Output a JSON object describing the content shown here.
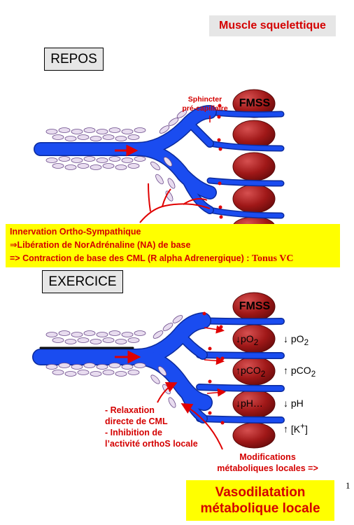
{
  "title": "Muscle squelettique",
  "sections": {
    "repos": "REPOS",
    "exercice": "EXERCICE"
  },
  "repos": {
    "sphincter_line1": "Sphincter",
    "sphincter_line2": "pré-capillaire",
    "fmss": "FMSS",
    "innervation": {
      "line1": "Innervation Ortho-Sympathique",
      "line2": "⇒Libération de NorAdrénaline (NA) de base",
      "line3": "=> Contraction de base des CML (R alpha Adrenergique)  : ",
      "tonus": "Tonus VC"
    }
  },
  "exercice": {
    "fmss": "FMSS",
    "cells": [
      "pO2",
      "pCO2",
      "pH…"
    ],
    "params": [
      "pO2",
      "pCO2",
      "pH",
      "[K+]"
    ],
    "relax": {
      "line1": "- Relaxation",
      "line2": "directe de CML",
      "line3": "- Inhibition de",
      "line4": "l’activité orthoS locale"
    },
    "modif": {
      "line1": "Modifications",
      "line2": "métaboliques locales =>"
    },
    "vaso": {
      "line1": "Vasodilatation",
      "line2": "métabolique locale"
    }
  },
  "page_number": "1",
  "colors": {
    "vessel": "#1a4cf0",
    "muscle_fiber": "#a01818",
    "label_red": "#d40000",
    "highlight_yellow": "#ffff00",
    "box_grey": "#e6e6e6",
    "cml_cell": "#e8dcef"
  }
}
